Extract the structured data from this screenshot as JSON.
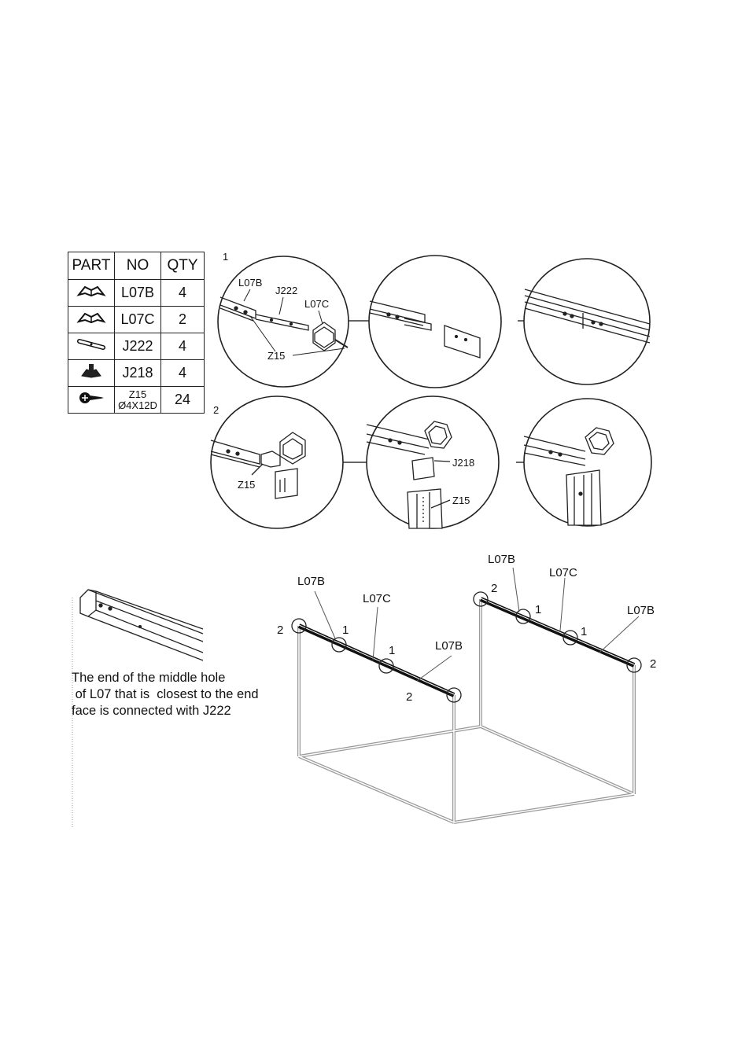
{
  "table": {
    "headers": [
      "PART",
      "NO",
      "QTY"
    ],
    "rows": [
      {
        "icon": "corner-connector-icon",
        "no": "L07B",
        "qty": "4"
      },
      {
        "icon": "corner-connector-icon",
        "no": "L07C",
        "qty": "2"
      },
      {
        "icon": "pin-connector-icon",
        "no": "J222",
        "qty": "4"
      },
      {
        "icon": "bracket-connector-icon",
        "no": "J218",
        "qty": "4"
      },
      {
        "icon": "screw-icon",
        "no": "Z15",
        "no_sub": "Ø4X12D",
        "qty": "24"
      }
    ]
  },
  "steps": {
    "step1_number": "1",
    "step2_number": "2"
  },
  "callouts": {
    "c1_l07b": "L07B",
    "c1_j222": "J222",
    "c1_l07c": "L07C",
    "c1_z15": "Z15",
    "c4_z15": "Z15",
    "c5_j218": "J218",
    "c5_z15": "Z15"
  },
  "frame": {
    "left_l07b": "L07B",
    "left_l07c": "L07C",
    "left_l07b_2": "L07B",
    "left_end_2a": "2",
    "left_joint_1a": "1",
    "left_joint_1b": "1",
    "left_end_2b": "2",
    "right_l07b": "L07B",
    "right_l07c": "L07C",
    "right_l07b_2": "L07B",
    "right_end_2a": "2",
    "right_joint_1a": "1",
    "right_joint_1b": "1",
    "right_end_2b": "2"
  },
  "note": {
    "line1": "The end of the middle hole",
    "line2": " of L07 that is  closest to the end",
    "line3": "face is connected with J222"
  }
}
